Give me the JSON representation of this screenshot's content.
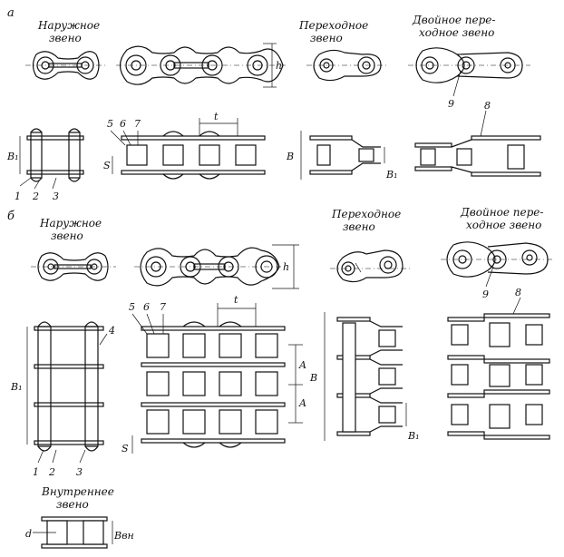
{
  "section_a": {
    "letter": "а",
    "outer_link_l1": "Наружное",
    "outer_link_l2": "звено",
    "transition_l1": "Переходное",
    "transition_l2": "звено",
    "double_l1": "Двойное пере-",
    "double_l2": "ходное звено",
    "dim_h": "h",
    "dim_t": "t",
    "dim_B": "B",
    "dim_B1": "B₁",
    "dim_S": "S",
    "dim_B1b": "B₁",
    "n1": "1",
    "n2": "2",
    "n3": "3",
    "n5": "5",
    "n6": "6",
    "n7": "7",
    "n8": "8",
    "n9": "9"
  },
  "section_b": {
    "letter": "б",
    "outer_link_l1": "Наружное",
    "outer_link_l2": "звено",
    "transition_l1": "Переходное",
    "transition_l2": "звено",
    "double_l1": "Двойное пере-",
    "double_l2": "ходное звено",
    "inner_l1": "Внутреннее",
    "inner_l2": "звено",
    "dim_h": "h",
    "dim_t": "t",
    "dim_B": "B",
    "dim_B1": "B₁",
    "dim_B1b": "B₁",
    "dim_A1": "A",
    "dim_A2": "A",
    "dim_S": "S",
    "dim_d": "d",
    "dim_Bvn": "Bвн",
    "n1": "1",
    "n2": "2",
    "n3": "3",
    "n4": "4",
    "n5": "5",
    "n6": "6",
    "n7": "7",
    "n8": "8",
    "n9": "9"
  }
}
